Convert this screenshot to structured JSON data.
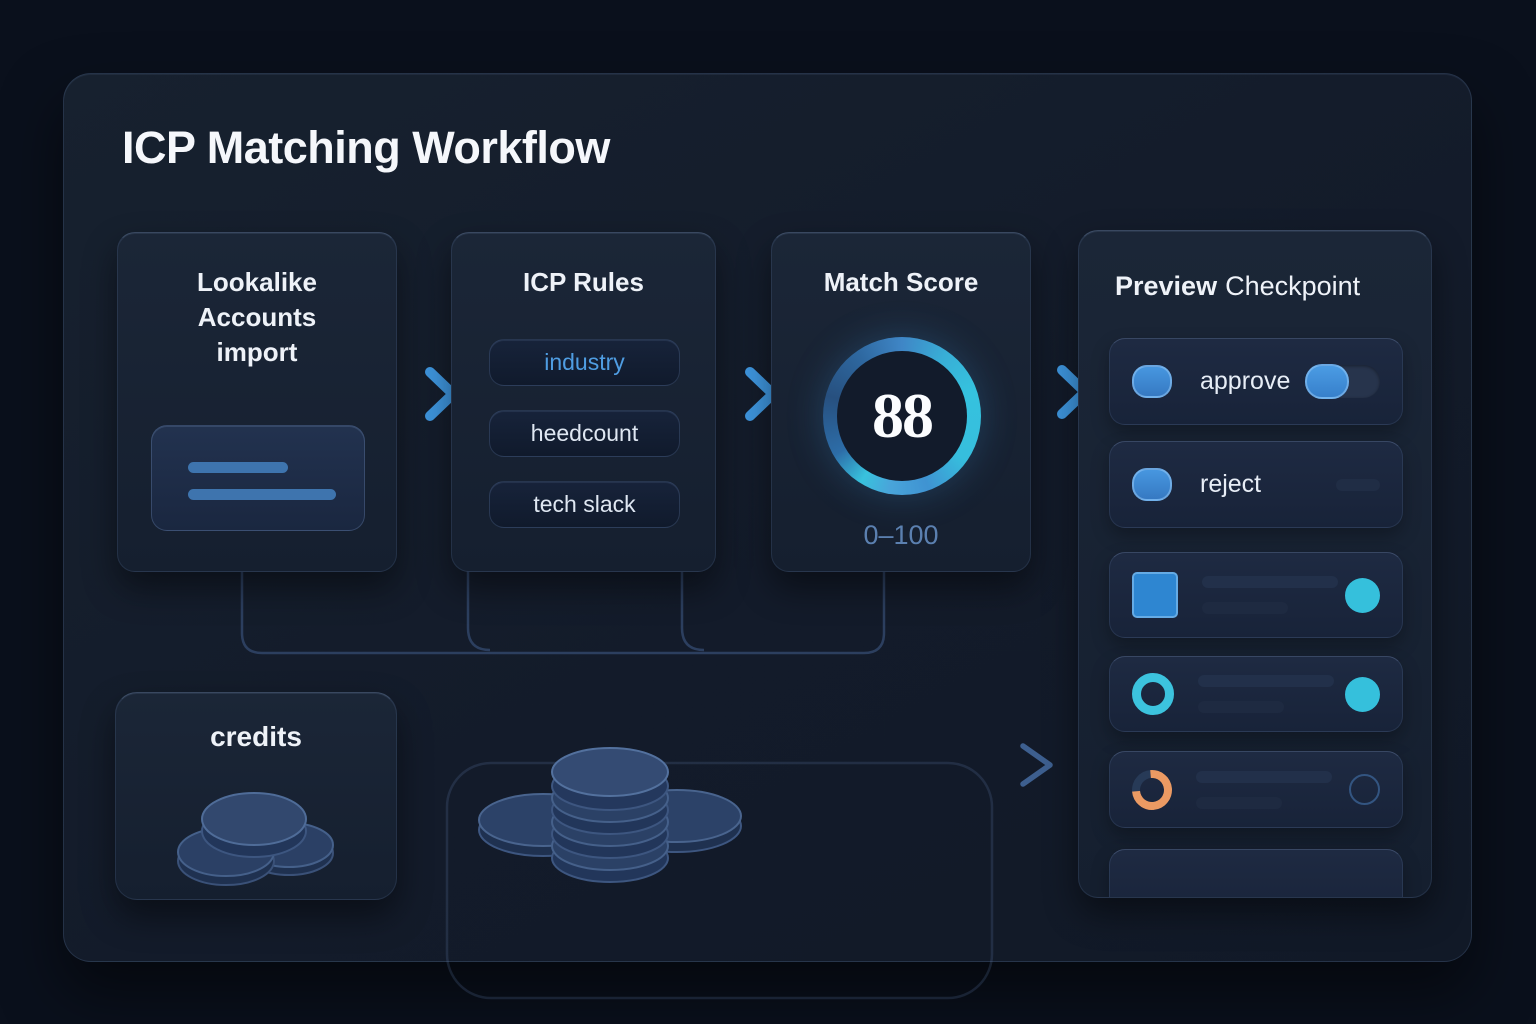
{
  "title": "ICP Matching Workflow",
  "colors": {
    "accent_blue": "#3c8ed8",
    "cyan": "#35c0dc",
    "orange": "#eb9a63",
    "panel_bg": "#131b2a"
  },
  "cards": {
    "import": {
      "title": "Lookalike Accounts import"
    },
    "rules": {
      "title": "ICP Rules",
      "pills": [
        {
          "label": "industry"
        },
        {
          "label": "heedcount"
        },
        {
          "label": "tech slack"
        }
      ]
    },
    "score": {
      "title": "Match Score",
      "value": "88",
      "range": "0–100"
    },
    "preview": {
      "title_bold": "Preview",
      "title_rest": "Checkpoint",
      "actions": [
        {
          "label": "approve"
        },
        {
          "label": "reject"
        }
      ]
    }
  },
  "credits": {
    "title": "credits"
  },
  "icons": {
    "left_badge": "blue-blob-icon",
    "list": [
      "square-thumbnail-icon",
      "progress-ring-icon",
      "loading-spinner-icon"
    ],
    "coins": "coin-stack-icon",
    "arrows": "flow-arrow-icon"
  }
}
